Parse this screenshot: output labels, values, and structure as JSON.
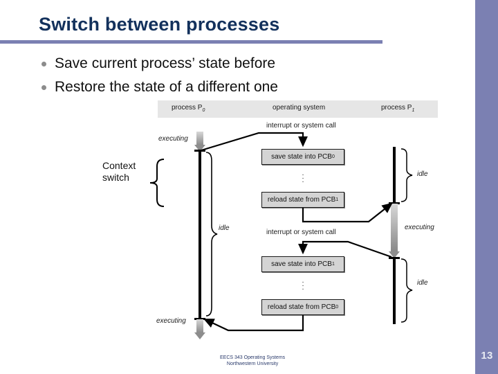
{
  "slide": {
    "title": "Switch between processes",
    "page_number": "13",
    "accent_color": "#7b80b2",
    "title_color": "#13315c"
  },
  "bullets": [
    {
      "text": "Save current process’ state before"
    },
    {
      "text": "Restore the state of a different one"
    }
  ],
  "annotation": {
    "line1": "Context",
    "line2": "switch"
  },
  "figure": {
    "headers": [
      {
        "label": "process P",
        "sub": "0"
      },
      {
        "label": "operating system",
        "sub": ""
      },
      {
        "label": "process P",
        "sub": "1"
      }
    ],
    "events": [
      {
        "label": "interrupt or system call"
      },
      {
        "label": "interrupt or system call"
      }
    ],
    "boxes": [
      {
        "label": "save state into PCB",
        "sub": "0"
      },
      {
        "label": "reload state from PCB",
        "sub": "1"
      },
      {
        "label": "save state into PCB",
        "sub": "1"
      },
      {
        "label": "reload state from PCB",
        "sub": "0"
      }
    ],
    "states": {
      "p0_top": "executing",
      "p0_idle": "idle",
      "p0_bottom": "executing",
      "p1_idle_top": "idle",
      "p1_executing": "executing",
      "p1_idle_bottom": "idle"
    },
    "dots": "⋮"
  },
  "footer": {
    "line1": "EECS 343 Operating Systems",
    "line2": "Northwestern University"
  }
}
